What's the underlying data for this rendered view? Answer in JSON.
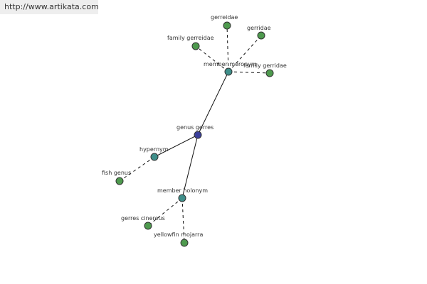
{
  "site_url": "http://www.artikata.com",
  "colors": {
    "center_node": "#3b3f9a",
    "relation_node": "#3f8f8a",
    "leaf_node": "#4e9a4e",
    "node_stroke": "#333333",
    "edge": "#111111",
    "banner": "#eeeeee"
  },
  "graph": {
    "nodes": [
      {
        "id": "center",
        "label": "genus gerres",
        "kind": "center"
      },
      {
        "id": "member-meronym",
        "label": "member meronym",
        "kind": "relation"
      },
      {
        "id": "hypernym",
        "label": "hypernym",
        "kind": "relation"
      },
      {
        "id": "member-holonym",
        "label": "member holonym",
        "kind": "relation"
      },
      {
        "id": "gerreidae",
        "label": "gerreidae",
        "kind": "leaf"
      },
      {
        "id": "gerridae",
        "label": "gerridae",
        "kind": "leaf"
      },
      {
        "id": "family-gerreidae",
        "label": "family gerreidae",
        "kind": "leaf"
      },
      {
        "id": "family-gerridae",
        "label": "family gerridae",
        "kind": "leaf"
      },
      {
        "id": "fish-genus",
        "label": "fish genus",
        "kind": "leaf"
      },
      {
        "id": "gerres-cinereus",
        "label": "gerres cinereus",
        "kind": "leaf"
      },
      {
        "id": "yellowfin-mojarra",
        "label": "yellowfin mojarra",
        "kind": "leaf"
      }
    ],
    "edges": [
      {
        "from": "center",
        "to": "member-meronym",
        "style": "solid"
      },
      {
        "from": "center",
        "to": "hypernym",
        "style": "solid"
      },
      {
        "from": "center",
        "to": "member-holonym",
        "style": "solid"
      },
      {
        "from": "member-meronym",
        "to": "gerreidae",
        "style": "dashed"
      },
      {
        "from": "member-meronym",
        "to": "gerridae",
        "style": "dashed"
      },
      {
        "from": "member-meronym",
        "to": "family-gerreidae",
        "style": "dashed"
      },
      {
        "from": "member-meronym",
        "to": "family-gerridae",
        "style": "dashed"
      },
      {
        "from": "hypernym",
        "to": "fish-genus",
        "style": "dashed"
      },
      {
        "from": "member-holonym",
        "to": "gerres-cinereus",
        "style": "dashed"
      },
      {
        "from": "member-holonym",
        "to": "yellowfin-mojarra",
        "style": "dashed"
      }
    ]
  }
}
